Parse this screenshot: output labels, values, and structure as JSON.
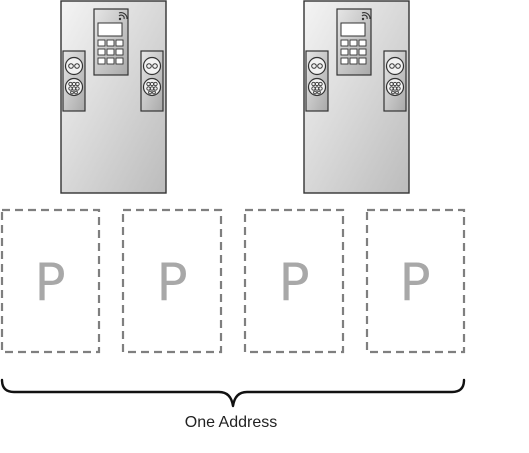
{
  "diagram": {
    "caption": "One Address",
    "parking_label": "P",
    "charger_count": 2,
    "parking_spot_count": 4,
    "colors": {
      "charger_fill_top": "#f2f2f2",
      "charger_fill_bottom": "#bdbdbd",
      "outline": "#333333",
      "spot_border": "#7f7f7f",
      "p_label": "#a8a8a8",
      "brace": "#111111"
    }
  }
}
